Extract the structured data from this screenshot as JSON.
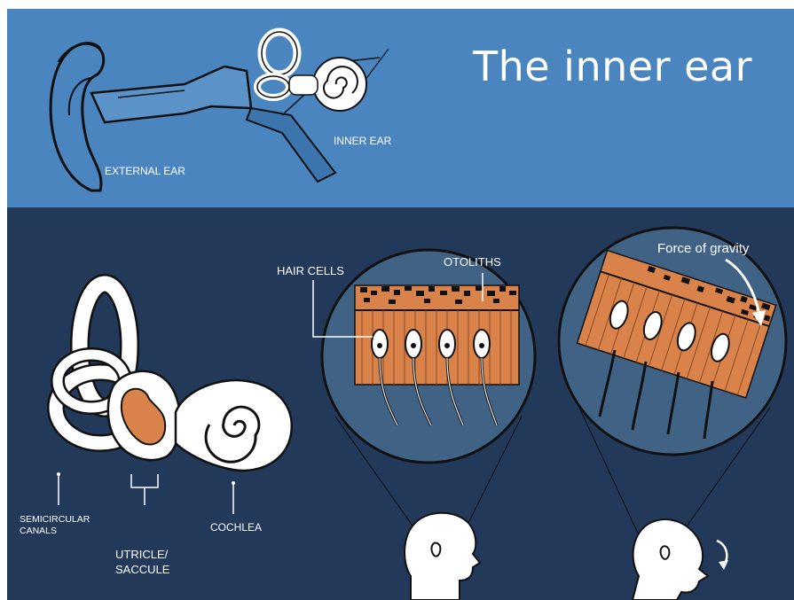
{
  "title": "The inner ear",
  "labels": {
    "external_ear": "EXTERNAL EAR",
    "inner_ear": "INNER EAR",
    "hair_cells": "HAIR CELLS",
    "otoliths": "OTOLITHS",
    "force_of_gravity": "Force of gravity",
    "semicircular_canals_line1": "SEMICIRCULAR",
    "semicircular_canals_line2": "CANALS",
    "utricle_saccule_line1": "UTRICLE/",
    "utricle_saccule_line2": "SACCULE",
    "cochlea": "COCHLEA"
  },
  "colors": {
    "top_background": "#4a85c0",
    "bottom_background": "#22395a",
    "organ_tissue": "#d9834a",
    "bone": "#ffffff",
    "outline": "#111111"
  },
  "icons": [
    "ear-anatomy",
    "inner-ear-labyrinth",
    "magnifier-circle",
    "head-silhouette",
    "rotation-arrow"
  ]
}
